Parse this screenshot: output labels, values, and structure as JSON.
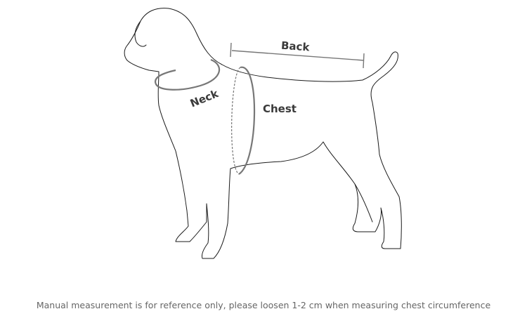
{
  "labels": {
    "back": "Back",
    "neck": "Neck",
    "chest": "Chest"
  },
  "caption": "Manual measurement is for reference only, please loosen 1-2 cm when measuring chest circumference",
  "colors": {
    "outline": "#1a1a1a",
    "measure": "#777777",
    "label": "#3a3a3a",
    "caption": "#666666"
  }
}
